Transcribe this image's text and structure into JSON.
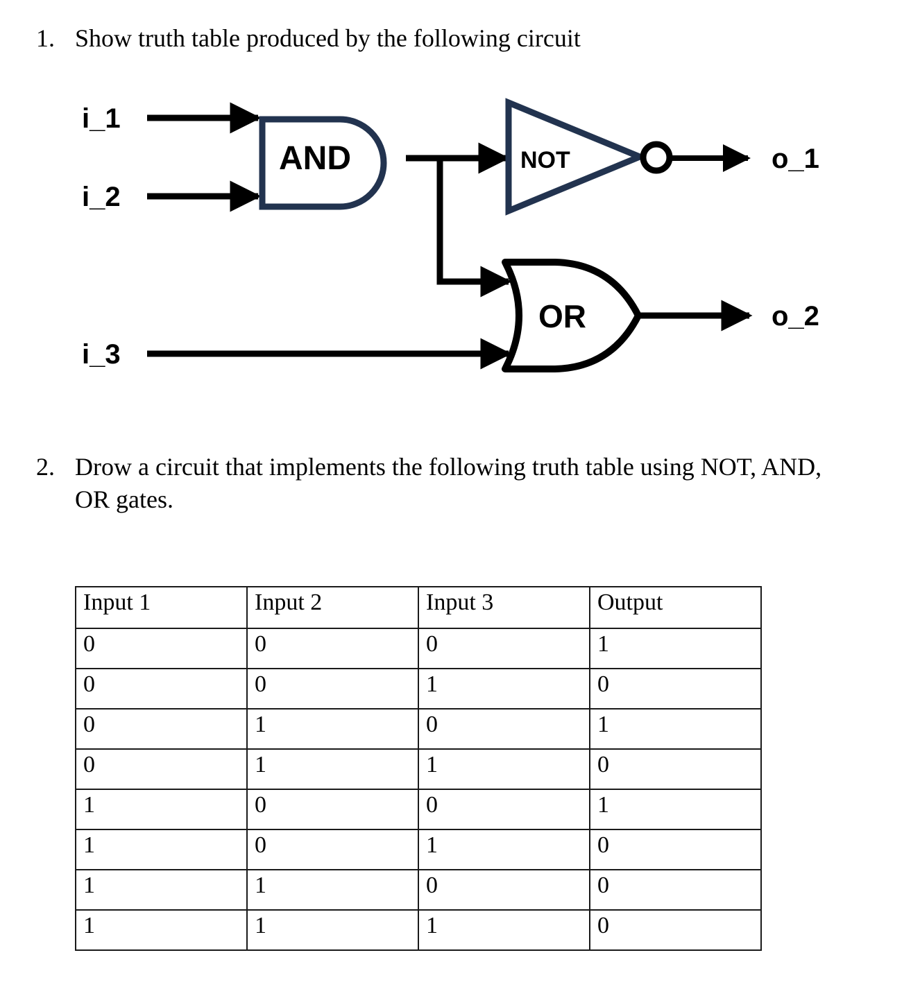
{
  "questions": [
    {
      "number": "1.",
      "text": "Show truth table produced by the following circuit"
    },
    {
      "number": "2.",
      "text": "Drow a circuit that implements the following truth table using NOT, AND, OR gates."
    }
  ],
  "circuit": {
    "inputs": [
      {
        "label": "i_1"
      },
      {
        "label": "i_2"
      },
      {
        "label": "i_3"
      }
    ],
    "gates": [
      {
        "label": "AND",
        "type": "and-gate"
      },
      {
        "label": "NOT",
        "type": "not-gate"
      },
      {
        "label": "OR",
        "type": "or-gate"
      }
    ],
    "outputs": [
      {
        "label": "o_1"
      },
      {
        "label": "o_2"
      }
    ],
    "colors": {
      "gate_outline_navy": "#22334F",
      "gate_outline_black": "#000000",
      "wire": "#000000"
    }
  },
  "chart_data": {
    "type": "table",
    "title": "",
    "columns": [
      "Input 1",
      "Input 2",
      "Input 3",
      "Output"
    ],
    "rows": [
      [
        "0",
        "0",
        "0",
        "1"
      ],
      [
        "0",
        "0",
        "1",
        "0"
      ],
      [
        "0",
        "1",
        "0",
        "1"
      ],
      [
        "0",
        "1",
        "1",
        "0"
      ],
      [
        "1",
        "0",
        "0",
        "1"
      ],
      [
        "1",
        "0",
        "1",
        "0"
      ],
      [
        "1",
        "1",
        "0",
        "0"
      ],
      [
        "1",
        "1",
        "1",
        "0"
      ]
    ]
  }
}
